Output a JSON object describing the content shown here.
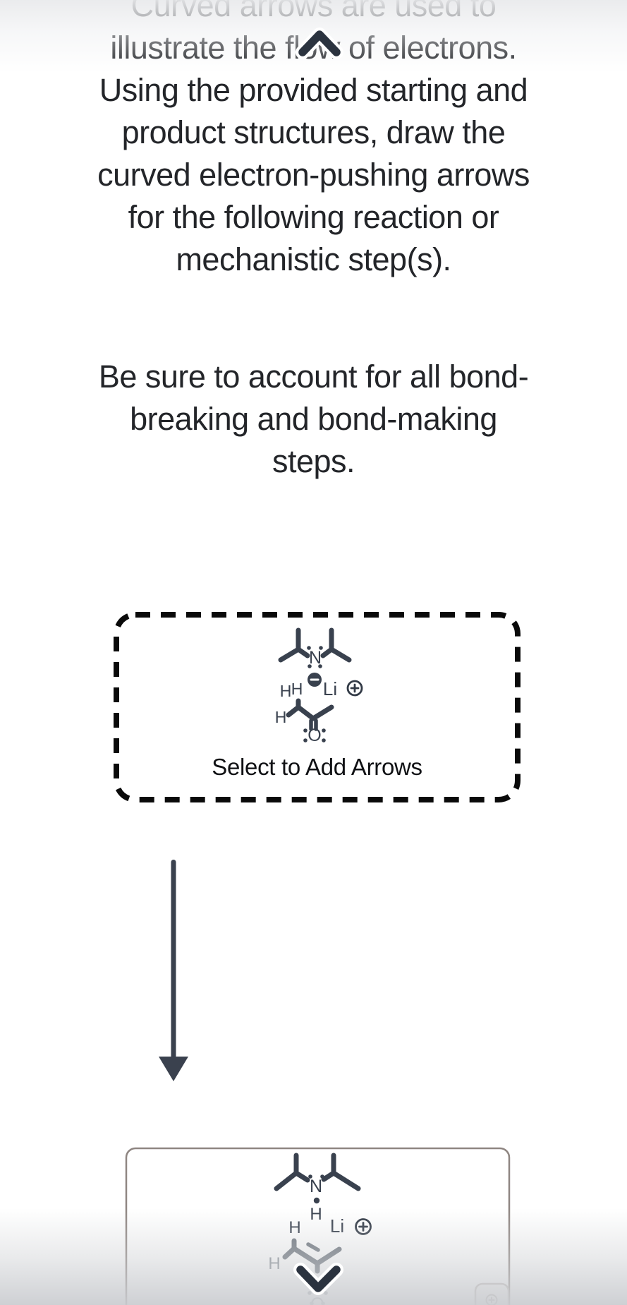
{
  "colors": {
    "ink": "#39414e",
    "body_text": "#232529",
    "hint_text": "#101114",
    "dashed_box_border": "#0a0a0a",
    "product_box_border": "#8f8682",
    "enolate_gray": "#6e757e",
    "enolate_light": "#a6abb0",
    "chevron": "#2b333f",
    "zoom_button": "#b9b3af",
    "top_fade": "#e9eaec",
    "bottom_fade": "#ced0d3"
  },
  "text": {
    "intro_lines": [
      "Curved arrows are used to",
      "illustrate the flow of electrons.",
      "Using the provided starting and",
      "product structures, draw the",
      "curved electron-pushing arrows",
      "for the following reaction or",
      "mechanistic step(s)."
    ],
    "note_lines": [
      "Be sure to account for all bond-",
      "breaking and bond-making",
      "steps."
    ]
  },
  "start_box": {
    "hint_label": "Select to Add Arrows",
    "lda": {
      "n": "N",
      "li": "Li",
      "minus_charge": "−",
      "plus_charge": "+"
    },
    "ketone": {
      "h_a": "H",
      "h_b": "H",
      "h_c": "H",
      "o": "O"
    }
  },
  "product_box": {
    "amine": {
      "n": "N",
      "h_on_n": "H"
    },
    "ions": {
      "li": "Li",
      "plus_charge": "+"
    },
    "enolate": {
      "h_top": "H",
      "h_left": "H",
      "o": "O"
    }
  },
  "icons": {
    "scroll_up": "chevron-up",
    "scroll_down": "chevron-down",
    "reaction_arrow": "arrow-down",
    "negative_charge": "circled-minus",
    "positive_charge": "circled-plus",
    "zoom_in": "circled-plus-magnifier"
  }
}
